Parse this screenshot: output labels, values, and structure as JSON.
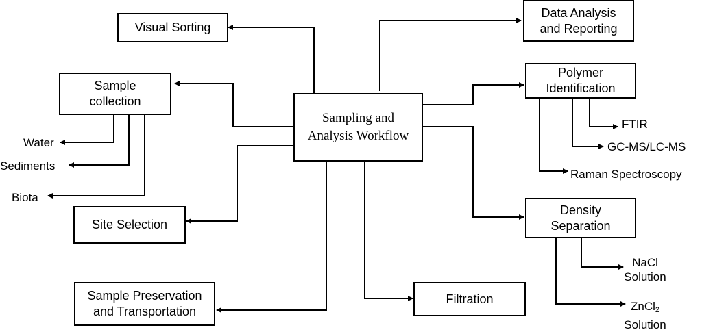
{
  "center": {
    "line1": "Sampling and",
    "line2": "Analysis Workflow"
  },
  "boxes": {
    "visual_sorting": "Visual Sorting",
    "sample_collection": {
      "line1": "Sample",
      "line2": "collection"
    },
    "site_selection": "Site Selection",
    "preservation": {
      "line1": "Sample Preservation",
      "line2": "and Transportation"
    },
    "filtration": "Filtration",
    "data_analysis": {
      "line1": "Data Analysis",
      "line2": "and Reporting"
    },
    "polymer_id": {
      "line1": "Polymer",
      "line2": "Identification"
    },
    "density_sep": {
      "line1": "Density",
      "line2": "Separation"
    }
  },
  "labels": {
    "water": "Water",
    "sediments": "Sediments",
    "biota": "Biota",
    "ftir": "FTIR",
    "gcms": "GC-MS/LC-MS",
    "raman": "Raman Spectroscopy",
    "nacl": {
      "line1": "NaCl",
      "line2": "Solution"
    },
    "zncl2": {
      "base": "ZnCl",
      "sub": "2",
      "line2": "Solution"
    }
  }
}
